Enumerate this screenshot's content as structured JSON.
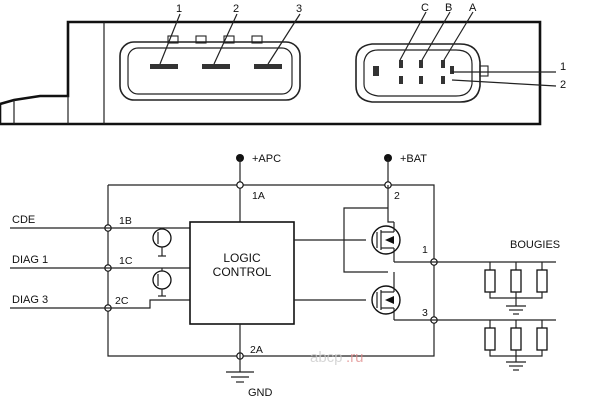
{
  "connector_left": {
    "pins": [
      "1",
      "2",
      "3"
    ]
  },
  "connector_right": {
    "letters": [
      "C",
      "B",
      "A"
    ],
    "rows": [
      "1",
      "2"
    ]
  },
  "supply": {
    "apc": "+APC",
    "bat": "+BAT",
    "gnd": "GND"
  },
  "nodes": {
    "n1a": "1A",
    "n2a": "2A",
    "n1b": "1B",
    "n1c": "1C",
    "n2c": "2C",
    "n1": "1",
    "n2": "2",
    "n3": "3"
  },
  "inputs": {
    "cde": "CDE",
    "diag1": "DIAG 1",
    "diag3": "DIAG 3"
  },
  "logic": {
    "line1": "LOGIC",
    "line2": "CONTROL"
  },
  "bougies": {
    "label": "BOUGIES"
  },
  "watermark": {
    "brand": "abcp",
    "tld": ".ru"
  }
}
